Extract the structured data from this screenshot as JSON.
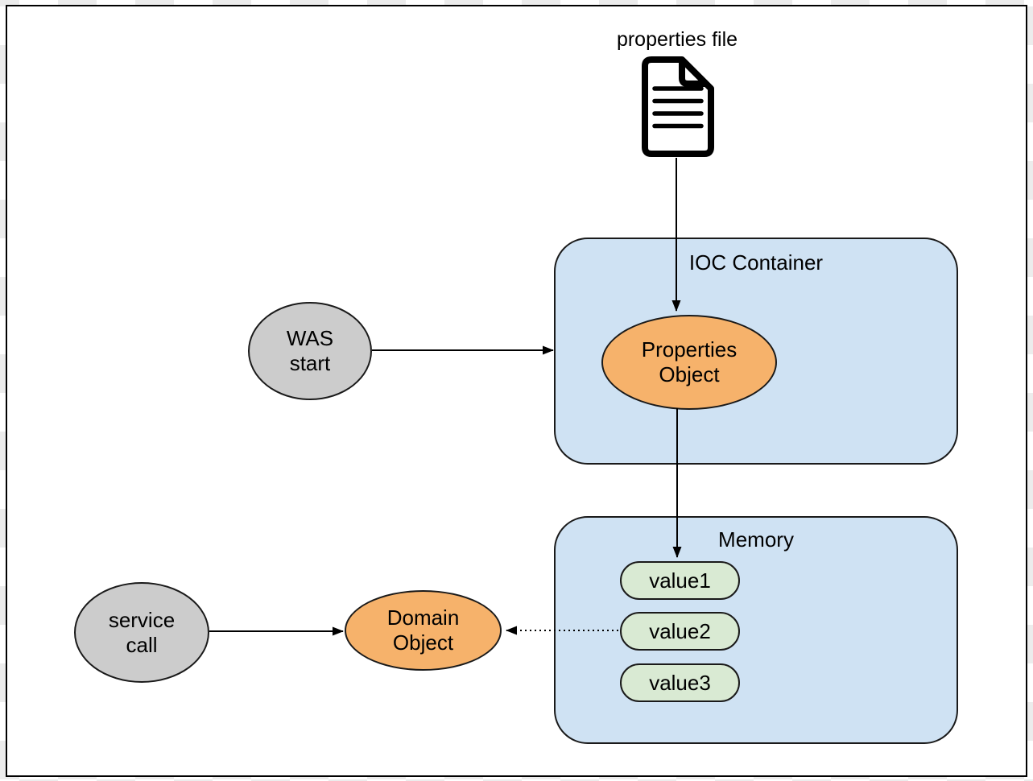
{
  "colors": {
    "container_fill": "#cfe2f3",
    "node_orange": "#f6b26b",
    "node_gray": "#cccccc",
    "value_green": "#d9ead3",
    "line": "#000000",
    "checker": "#ececec"
  },
  "nodes": {
    "properties_file_label": "properties file",
    "ioc_container_title": "IOC Container",
    "properties_object": "Properties\nObject",
    "was_start": "WAS\nstart",
    "memory_title": "Memory",
    "memory_values": [
      "value1",
      "value2",
      "value3"
    ],
    "service_call": "service\ncall",
    "domain_object": "Domain\nObject"
  },
  "icons": {
    "properties_file": "document-icon"
  },
  "edges": [
    {
      "from": "properties-file",
      "to": "properties-object",
      "style": "solid"
    },
    {
      "from": "was-start",
      "to": "ioc-container",
      "style": "solid"
    },
    {
      "from": "properties-object",
      "to": "value1",
      "style": "solid"
    },
    {
      "from": "service-call",
      "to": "domain-object",
      "style": "solid"
    },
    {
      "from": "value2",
      "to": "domain-object",
      "style": "dotted"
    }
  ]
}
